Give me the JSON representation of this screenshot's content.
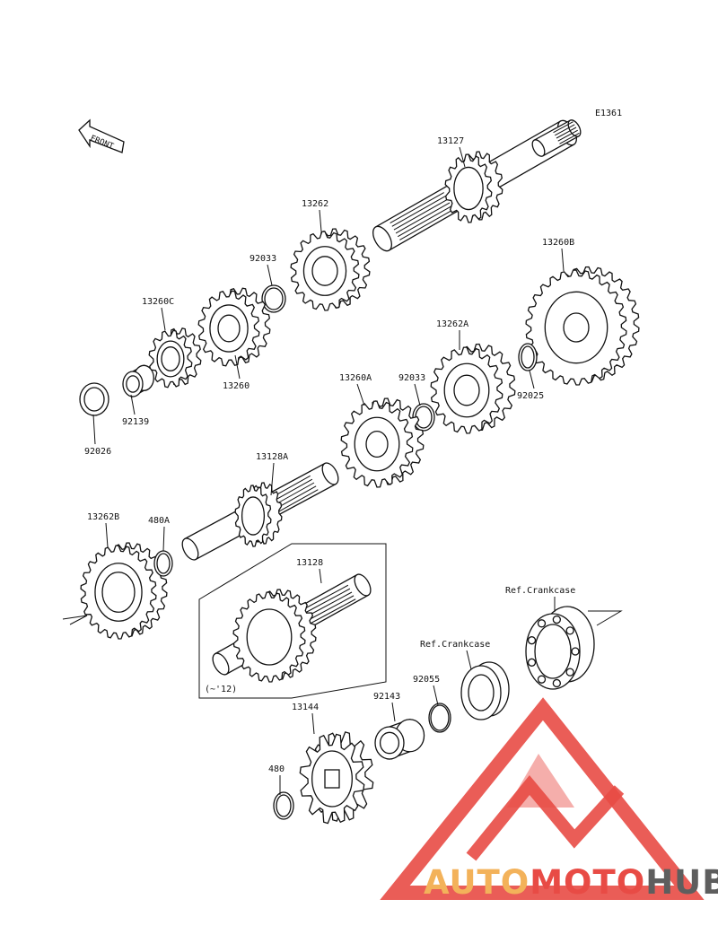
{
  "diagram_code": "E1361",
  "front_label": "FRONT",
  "inset_note": "(~'12)",
  "watermark": {
    "part1": "AUTO",
    "part2": "MOTO",
    "part3": "HUB"
  },
  "colors": {
    "wm_red": "#e84b45",
    "wm_orange": "#f3b25a",
    "wm_gray": "#5e5e5e"
  },
  "parts": {
    "p13127": "13127",
    "p13262": "13262",
    "p92033a": "92033",
    "p13260c": "13260C",
    "p13260": "13260",
    "p92139": "92139",
    "p92026": "92026",
    "p13260b": "13260B",
    "p13262a": "13262A",
    "p92033b": "92033",
    "p13260a": "13260A",
    "p92025": "92025",
    "p13128a": "13128A",
    "p13262b": "13262B",
    "p480a": "480A",
    "p13128": "13128",
    "p_refcase1": "Ref.Crankcase",
    "p_refcase2": "Ref.Crankcase",
    "p92055": "92055",
    "p92143": "92143",
    "p13144": "13144",
    "p480": "480"
  }
}
